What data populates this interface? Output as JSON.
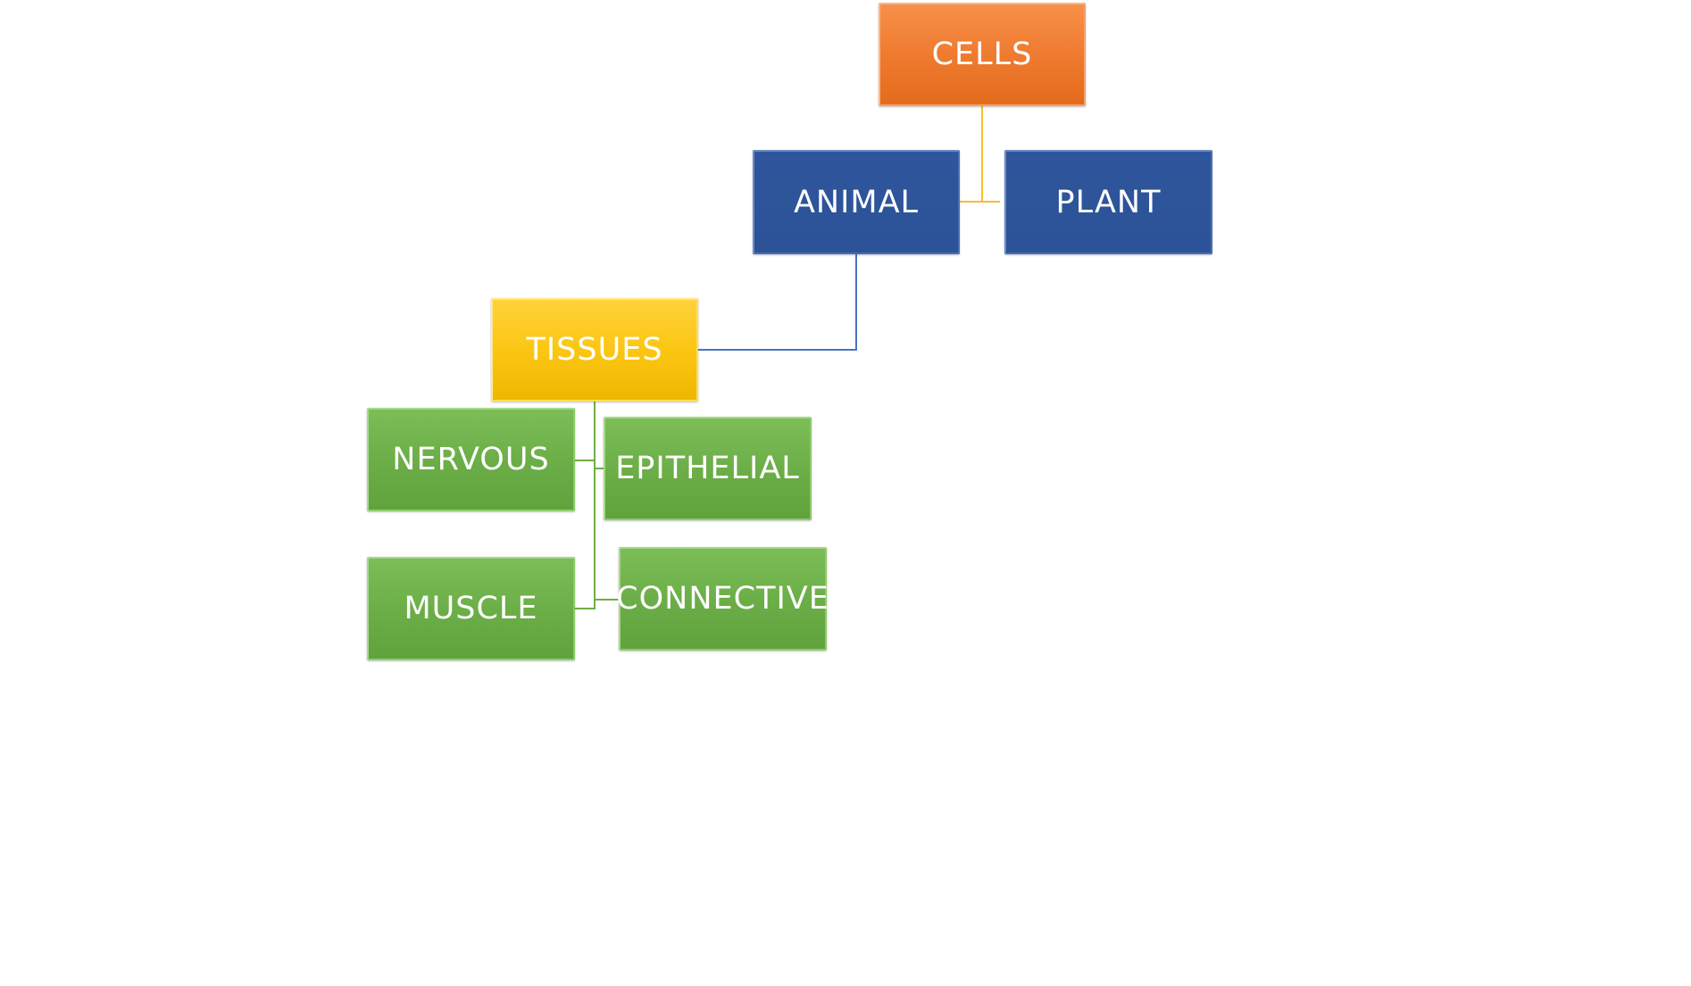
{
  "diagram": {
    "nodes": {
      "cells": "CELLS",
      "animal": "ANIMAL",
      "plant": "PLANT",
      "tissues": "TISSUES",
      "nervous": "NERVOUS",
      "epithelial": "EPITHELIAL",
      "muscle": "MUSCLE",
      "connective": "CONNECTIVE"
    },
    "edges": [
      {
        "from": "cells",
        "to": "animal"
      },
      {
        "from": "cells",
        "to": "plant"
      },
      {
        "from": "animal",
        "to": "tissues"
      },
      {
        "from": "tissues",
        "to": "nervous"
      },
      {
        "from": "tissues",
        "to": "epithelial"
      },
      {
        "from": "tissues",
        "to": "muscle"
      },
      {
        "from": "tissues",
        "to": "connective"
      }
    ],
    "colors": {
      "cells": "#F07D32",
      "level2": "#2E5597",
      "tissues": "#FBC613",
      "tissue_types": "#6CAE47",
      "connector_cells": "#F7BE2F",
      "connector_animal": "#4A74C0",
      "connector_tissues": "#70AD47"
    }
  }
}
